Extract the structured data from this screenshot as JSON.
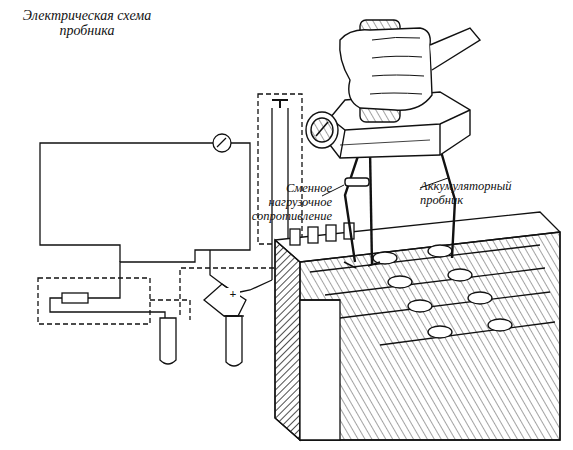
{
  "diagram": {
    "title": "Электрическая схема пробника",
    "labels": [
      "Сменное нагрузочное сопротивление",
      "Аккумуляторный пробник",
      "+"
    ]
  }
}
